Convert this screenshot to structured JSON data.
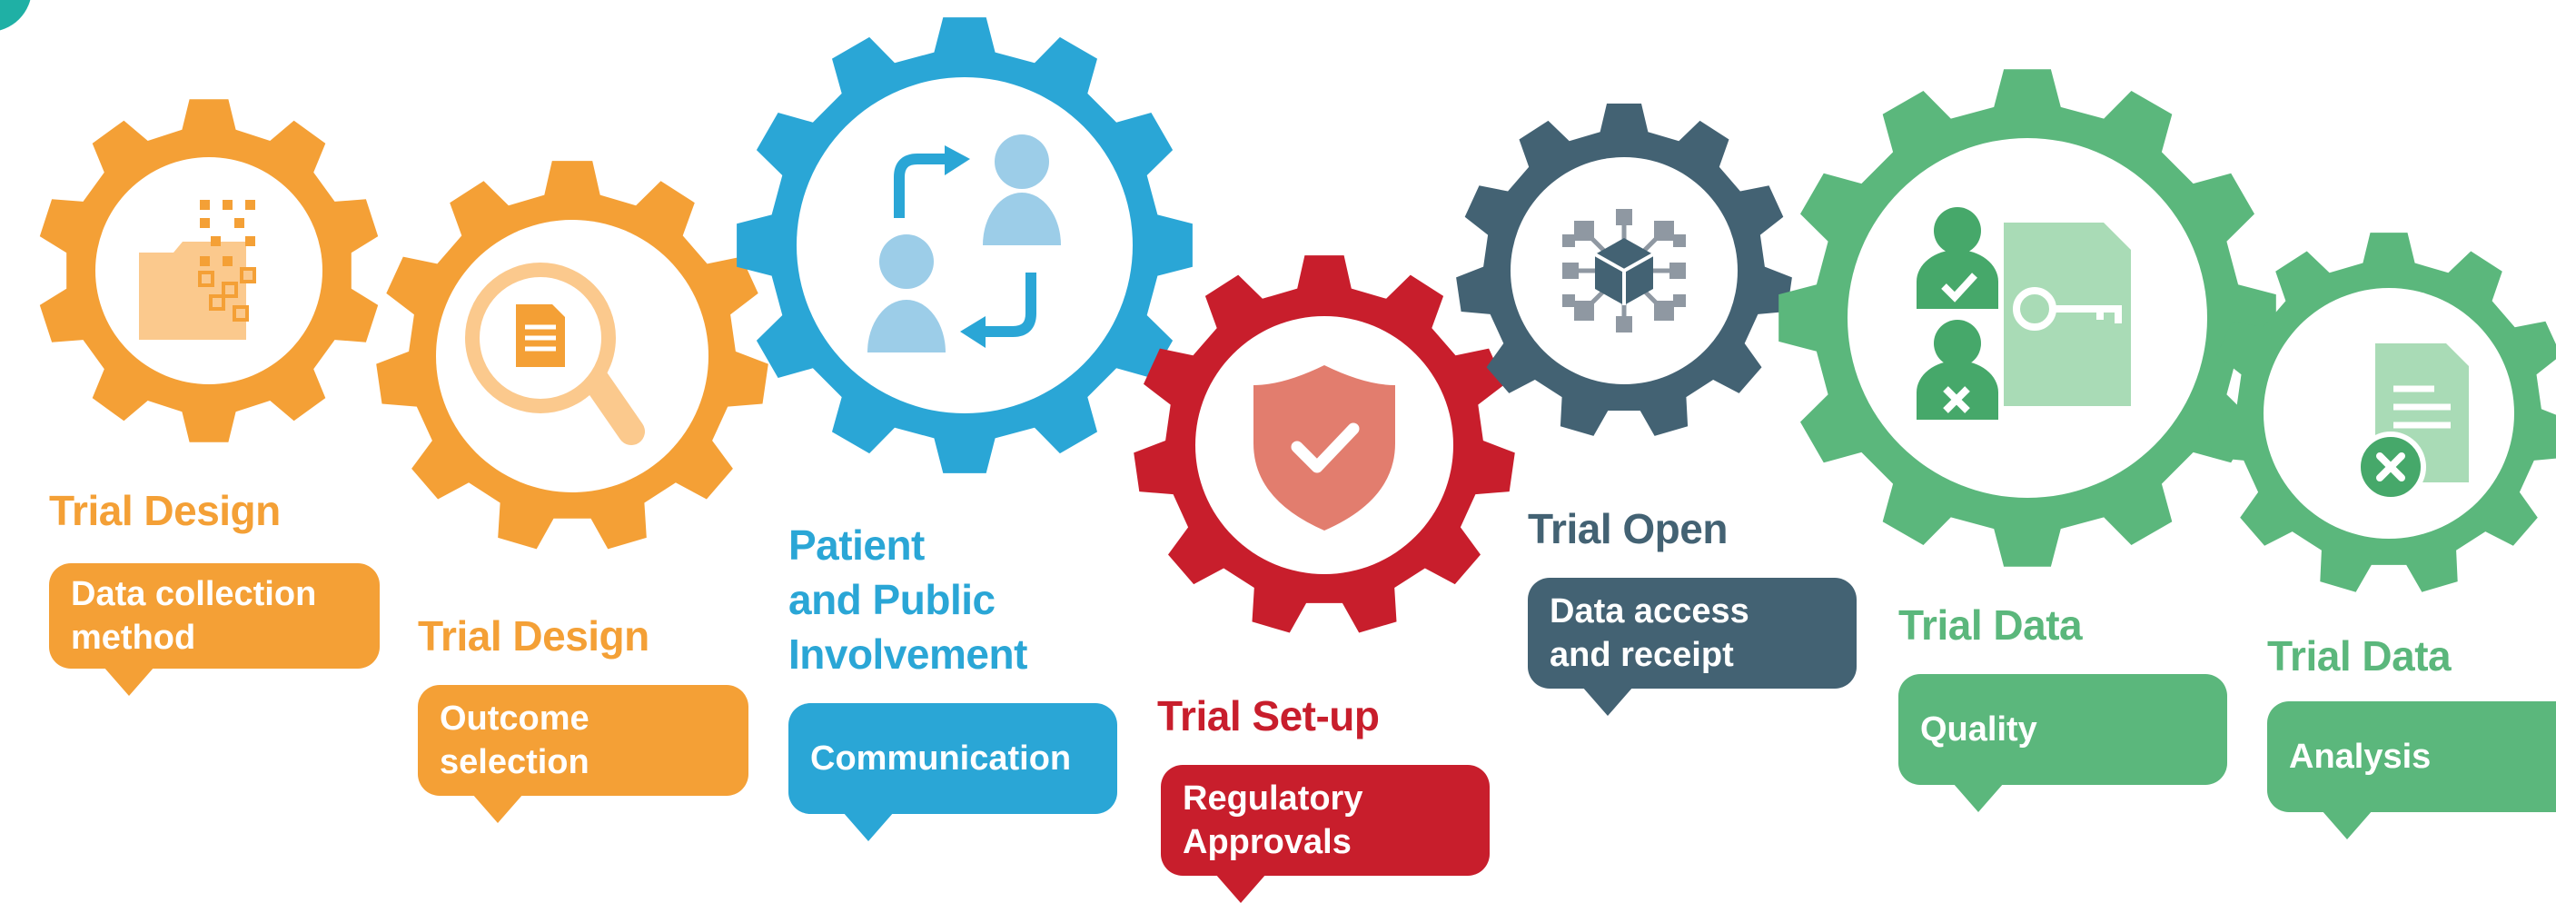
{
  "colors": {
    "orange": "#f4a036",
    "orange_light": "#fbc98d",
    "blue": "#2aa6d6",
    "blue_light": "#9ccde8",
    "red": "#c81e2c",
    "red_light": "#e27d6e",
    "slate": "#436273",
    "slate_icon": "#8f98a2",
    "green": "#5bb77c",
    "green_light": "#a9dbb6",
    "green_dark": "#46a86a"
  },
  "stages": [
    {
      "title": "Trial Design",
      "label": "Data collection\nmethod",
      "color": "#f4a036",
      "icon": "folder-data-icon"
    },
    {
      "title": "Trial Design",
      "label": "Outcome\nselection",
      "color": "#f4a036",
      "icon": "document-search-icon"
    },
    {
      "title": "Patient\nand Public\nInvolvement",
      "label": "Communication",
      "color": "#2aa6d6",
      "icon": "people-exchange-icon"
    },
    {
      "title": "Trial Set-up",
      "label": "Regulatory\nApprovals",
      "color": "#c81e2c",
      "icon": "shield-check-icon"
    },
    {
      "title": "Trial Open",
      "label": "Data access\nand receipt",
      "color": "#436273",
      "icon": "network-cube-icon"
    },
    {
      "title": "Trial Data",
      "label": "Quality",
      "color": "#5bb77c",
      "icon": "person-check-key-icon"
    },
    {
      "title": "Trial Data",
      "label": "Analysis",
      "color": "#5bb77c",
      "icon": "document-cancel-icon"
    }
  ]
}
